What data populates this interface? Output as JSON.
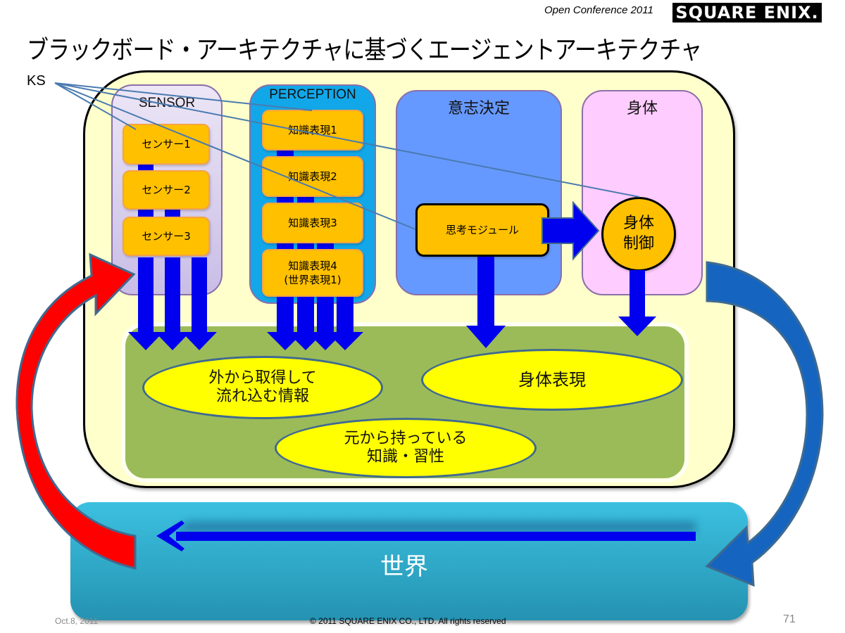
{
  "header": {
    "conference": "Open Conference 2011",
    "logo": "SQUARE ENIX."
  },
  "title": "ブラックボード・アーキテクチャに基づくエージェントアーキテクチャ",
  "ks_label": "KS",
  "modules": {
    "sensor": {
      "title": "SENSOR",
      "items": [
        "センサー1",
        "センサー2",
        "センサー3"
      ]
    },
    "perception": {
      "title": "PERCEPTION",
      "items": [
        "知識表現1",
        "知識表現2",
        "知識表現3",
        "知識表現4\n(世界表現1)"
      ]
    },
    "decision": {
      "title": "意志決定",
      "thinking_module": "思考モジュール"
    },
    "body": {
      "title": "身体",
      "body_control": "身体\n制御"
    }
  },
  "blackboard": {
    "external_info": "外から取得して\n流れ込む情報",
    "body_representation": "身体表現",
    "innate_knowledge": "元から持っている\n知識・習性"
  },
  "world": {
    "label": "世界"
  },
  "colors": {
    "ks_box": "#ffc000",
    "arrow_blue": "#0000ee",
    "perception": "#12a7e8",
    "decision": "#6699ff",
    "body": "#ffccff",
    "blackboard_green": "#9bbb59",
    "ellipse": "#ffff00",
    "world": "#2ea5c4",
    "red_arrow": "#ff0000",
    "return_arrow": "#1565c0"
  },
  "footer": {
    "date": "Oct.8, 2011",
    "copyright": "© 2011 SQUARE ENIX CO., LTD. All rights reserved",
    "page": "71"
  }
}
